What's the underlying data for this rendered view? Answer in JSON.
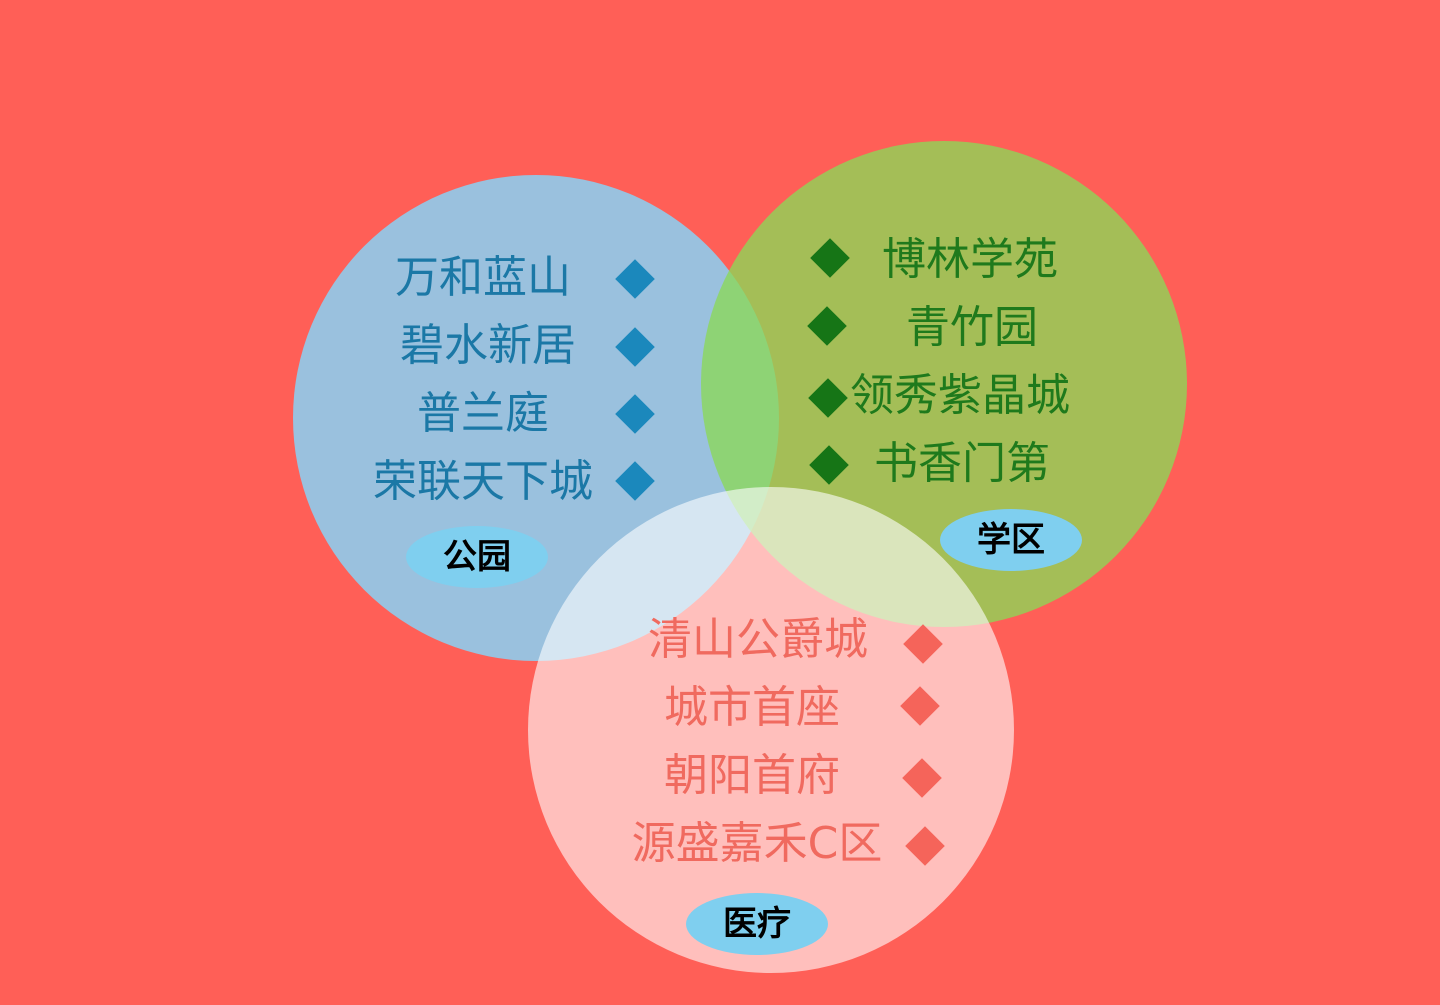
{
  "colors": {
    "background": "#ff5f57",
    "park_circle": "#9ac1de",
    "school_circle": "#8bd857",
    "medical_circle": "#ffc4c0",
    "park_text": "#1b78a6",
    "school_text": "#1f7a1c",
    "medical_text": "#f06a5f",
    "label_fill": "#7fcfef"
  },
  "sets": {
    "park": {
      "label": "公园",
      "items": [
        "万和蓝山",
        "碧水新居",
        "普兰庭",
        "荣联天下城"
      ]
    },
    "school": {
      "label": "学区",
      "items": [
        "博林学苑",
        "青竹园",
        "领秀紫晶城",
        "书香门第"
      ]
    },
    "medical": {
      "label": "医疗",
      "items": [
        "清山公爵城",
        "城市首座",
        "朝阳首府",
        "源盛嘉禾C区"
      ]
    }
  }
}
